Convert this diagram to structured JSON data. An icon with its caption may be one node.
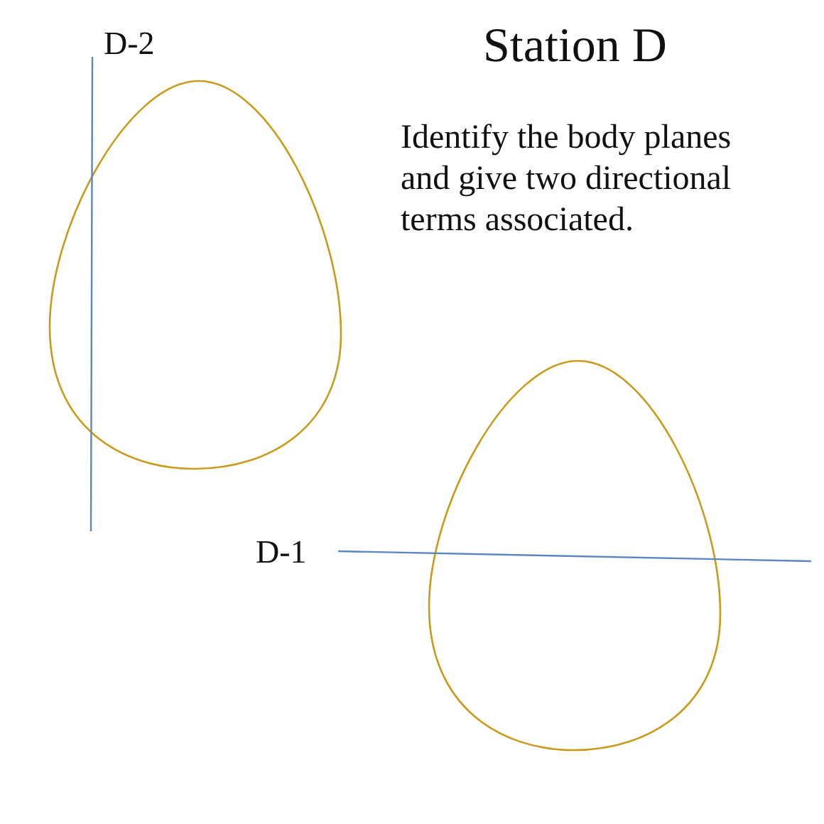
{
  "diagram": {
    "title": "Station D",
    "labels": [
      "D-2",
      "Identify the body planes and give two directional terms associated.",
      "D-1"
    ]
  }
}
